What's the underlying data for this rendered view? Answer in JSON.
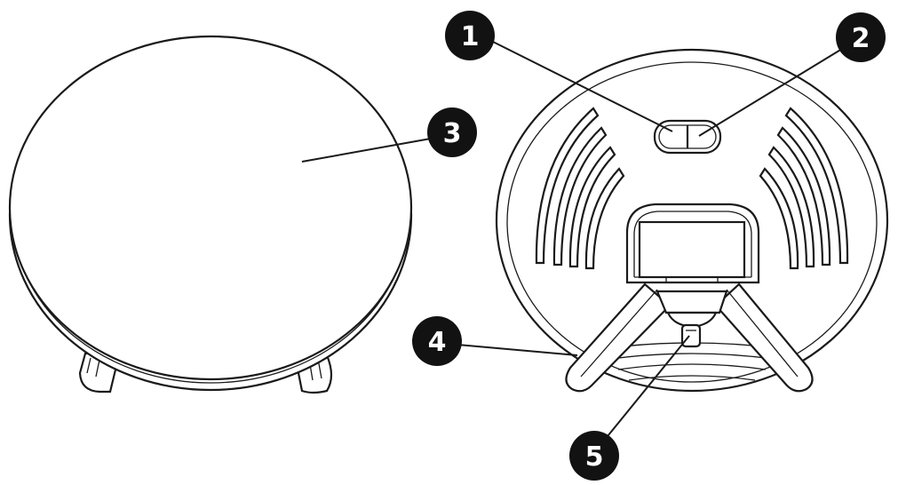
{
  "callouts": [
    {
      "id": "1",
      "label": "1"
    },
    {
      "id": "2",
      "label": "2"
    },
    {
      "id": "3",
      "label": "3"
    },
    {
      "id": "4",
      "label": "4"
    },
    {
      "id": "5",
      "label": "5"
    }
  ],
  "colors": {
    "line": "#1a1a1a",
    "callout_fill": "#121212",
    "callout_text": "#ffffff",
    "background": "#ffffff"
  }
}
